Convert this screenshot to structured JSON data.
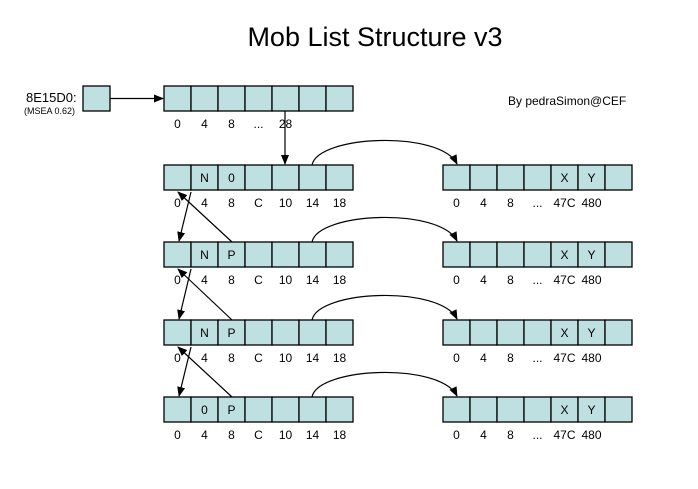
{
  "title": "Mob List Structure v3",
  "author": "By pedraSimon@CEF",
  "pointer": {
    "address_label": "8E15D0:",
    "version_label": "(MSEA 0.62)"
  },
  "colors": {
    "cell_fill": "#bfe0e0",
    "stroke": "#000000"
  },
  "array_struct": {
    "cells": [
      "",
      "",
      "",
      "",
      "",
      "",
      ""
    ],
    "offsets": [
      "0",
      "4",
      "8",
      "...",
      "28",
      "",
      ""
    ]
  },
  "list_nodes": [
    {
      "cells": [
        "",
        "N",
        "0",
        "",
        "",
        "",
        ""
      ],
      "offsets": [
        "0",
        "4",
        "8",
        "C",
        "10",
        "14",
        "18"
      ]
    },
    {
      "cells": [
        "",
        "N",
        "P",
        "",
        "",
        "",
        ""
      ],
      "offsets": [
        "0",
        "4",
        "8",
        "C",
        "10",
        "14",
        "18"
      ]
    },
    {
      "cells": [
        "",
        "N",
        "P",
        "",
        "",
        "",
        ""
      ],
      "offsets": [
        "0",
        "4",
        "8",
        "C",
        "10",
        "14",
        "18"
      ]
    },
    {
      "cells": [
        "",
        "0",
        "P",
        "",
        "",
        "",
        ""
      ],
      "offsets": [
        "0",
        "4",
        "8",
        "C",
        "10",
        "14",
        "18"
      ]
    }
  ],
  "mob_structs": [
    {
      "cells": [
        "",
        "",
        "",
        "",
        "X",
        "Y",
        ""
      ],
      "offsets": [
        "0",
        "4",
        "8",
        "...",
        "47C",
        "480",
        ""
      ]
    },
    {
      "cells": [
        "",
        "",
        "",
        "",
        "X",
        "Y",
        ""
      ],
      "offsets": [
        "0",
        "4",
        "8",
        "...",
        "47C",
        "480",
        ""
      ]
    },
    {
      "cells": [
        "",
        "",
        "",
        "",
        "X",
        "Y",
        ""
      ],
      "offsets": [
        "0",
        "4",
        "8",
        "...",
        "47C",
        "480",
        ""
      ]
    },
    {
      "cells": [
        "",
        "",
        "",
        "",
        "X",
        "Y",
        ""
      ],
      "offsets": [
        "0",
        "4",
        "8",
        "...",
        "47C",
        "480",
        ""
      ]
    }
  ]
}
